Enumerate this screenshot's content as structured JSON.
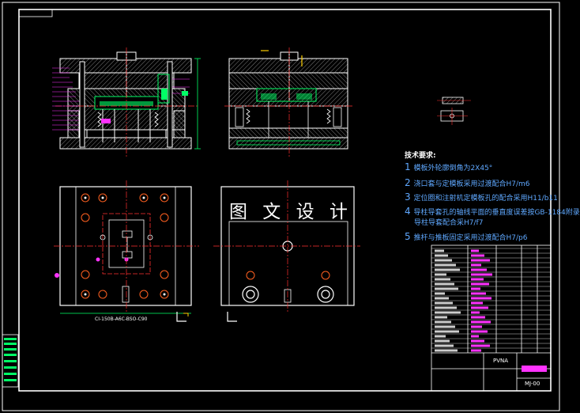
{
  "drawing": {
    "bottom_view_label": "CI-150B-A6C-BSO-C90",
    "watermark": "图 文 设 计"
  },
  "requirements": {
    "title": "技术要求:",
    "items": [
      {
        "num": "1",
        "text": "模板外轮廓倒角为2X45°"
      },
      {
        "num": "2",
        "text": "浇口套与定模板采用过渡配合H7/m6"
      },
      {
        "num": "3",
        "text": "定位圈和注射机定模板孔的配合采用H11/b11"
      },
      {
        "num": "4",
        "text": "导柱导套孔的轴线平面的垂直度误差按GB-1184附录"
      },
      {
        "num": "",
        "text": "导柱导套配合采H7/f7"
      },
      {
        "num": "5",
        "text": "推杆与推板固定采用过渡配合H7/p6"
      }
    ]
  },
  "title_block": {
    "material": "PVNA",
    "drawing_no": "MJ-00"
  },
  "colors": {
    "frame": "#ffffff",
    "outline": "#ffffff",
    "section": "#00ff66",
    "center": "#ff3030",
    "dim": "#00ff66",
    "accent": "#ff33ff",
    "note": "#5fa8ff",
    "yellow": "#ffd000"
  }
}
